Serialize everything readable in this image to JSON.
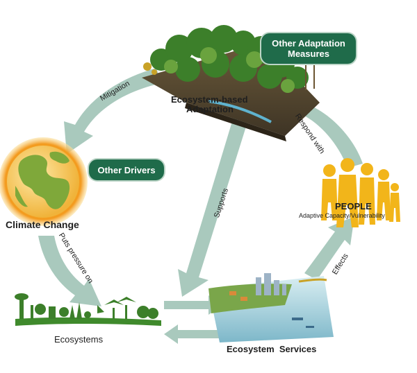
{
  "pills": {
    "other_adaptation": "Other Adaptation\nMeasures",
    "other_drivers": "Other Drivers"
  },
  "nodes": {
    "eba_line1": "Ecosystem-based",
    "eba_line2": "Adaptation",
    "climate_change": "Climate Change",
    "ecosystems": "Ecosystems",
    "ecosystem_services": "Ecosystem  Services",
    "people_title": "PEOPLE",
    "people_subtitle": "Adaptive Capacity/Vulnerability"
  },
  "arrows": {
    "mitigation": "Mitigation",
    "puts_pressure_on": "Puts pressure on",
    "supports": "Supports",
    "respond_with": "Respond with",
    "effects": "Effects"
  },
  "colors": {
    "arrow": "#a9c9bd",
    "pill_bg": "#1f6b4a",
    "people": "#f2b51a",
    "globe_land": "#7fa83a",
    "globe_glow": "#f2a31f",
    "vegetation": "#3c7f2a"
  }
}
